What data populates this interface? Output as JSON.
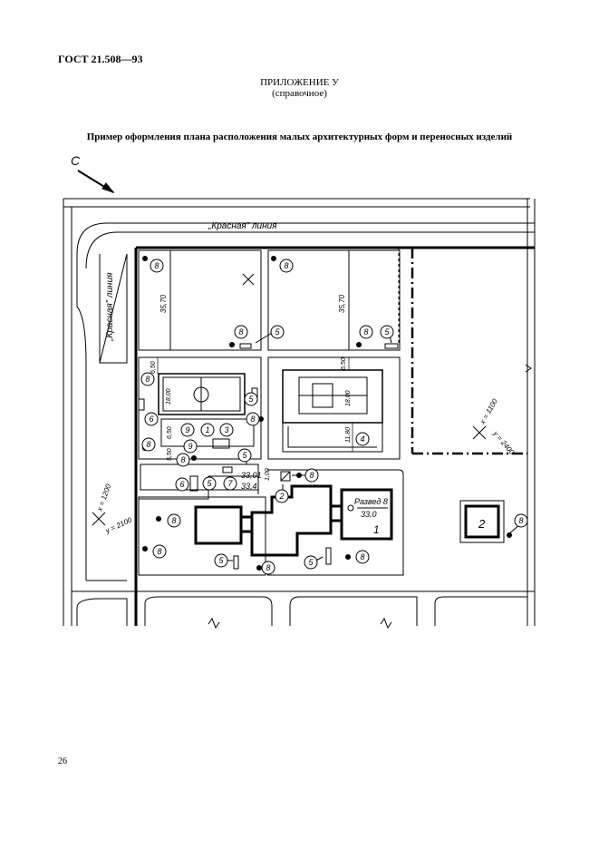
{
  "header": {
    "standard": "ГОСТ 21.508—93",
    "appendix_title": "ПРИЛОЖЕНИЕ У",
    "appendix_type": "(справочное)",
    "caption": "Пример оформления плана расположения малых архитектурных форм и переносных изделий"
  },
  "plan": {
    "north_label": "С",
    "red_line_top": "„Красная” линия",
    "red_line_left": "„Красная” линия",
    "coord_left": {
      "x": "x = 1200",
      "y": "y = 2100"
    },
    "coord_right": {
      "x": "x = 1100",
      "y": "y = 2400"
    },
    "dims": {
      "d1": "35,70",
      "d2": "35,70",
      "d3": "6,50",
      "d4": "6,50",
      "d5": "18,00",
      "d6": "18,00",
      "d7": "11,80",
      "d8": "6,50",
      "d9": "5,50",
      "d10": "1,00"
    },
    "elevation_pad": {
      "top": "33,01",
      "bottom": "33,4"
    },
    "building": {
      "name": "Развед 8",
      "elev": "33,0",
      "num": "1"
    },
    "building2_num": "2",
    "markers": [
      "8",
      "8",
      "8",
      "8",
      "5",
      "5",
      "8",
      "5",
      "8",
      "8",
      "6",
      "9",
      "1",
      "3",
      "8",
      "5",
      "8",
      "9",
      "4",
      "8",
      "5",
      "7",
      "2",
      "8",
      "6",
      "8",
      "8",
      "5",
      "8",
      "5",
      "8",
      "8"
    ]
  },
  "footer": {
    "page_number": "26"
  }
}
